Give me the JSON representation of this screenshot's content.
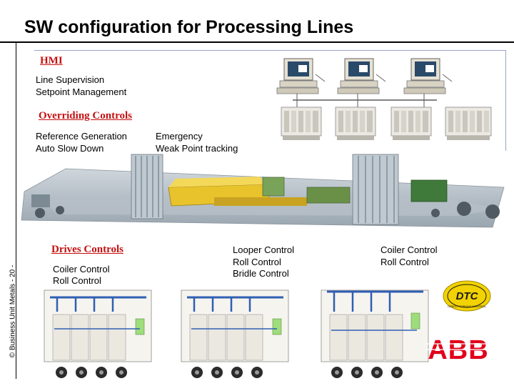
{
  "slide": {
    "title": "SW configuration for Processing Lines",
    "side_caption": "© Business Unit Metals - 20 -"
  },
  "hmi": {
    "heading": "HMI",
    "items": [
      "Line Supervision",
      "Setpoint Management"
    ]
  },
  "overriding": {
    "heading": "Overriding Controls",
    "items_left": [
      "Reference Generation",
      "Auto Slow Down"
    ],
    "items_right": [
      "Emergency",
      "Weak Point tracking"
    ]
  },
  "drives": {
    "heading": "Drives Controls",
    "items_left": [
      "Coiler Control",
      "Roll Control"
    ],
    "items_mid": [
      "Looper Control",
      "Roll Control",
      "Bridle Control"
    ],
    "items_right": [
      "Coiler Control",
      "Roll Control"
    ]
  },
  "bullet_glyph": "",
  "logos": {
    "dtc": "DTC",
    "dtc_sub": "DIRECT TORQUE CONTROL",
    "abb": "ABB"
  },
  "colors": {
    "heading_red": "#c41010",
    "bus_blue": "#2f5fb3",
    "cabinet_green": "#9fdc7c",
    "abb_red": "#e2001a",
    "dtc_gold": "#e8c400"
  }
}
